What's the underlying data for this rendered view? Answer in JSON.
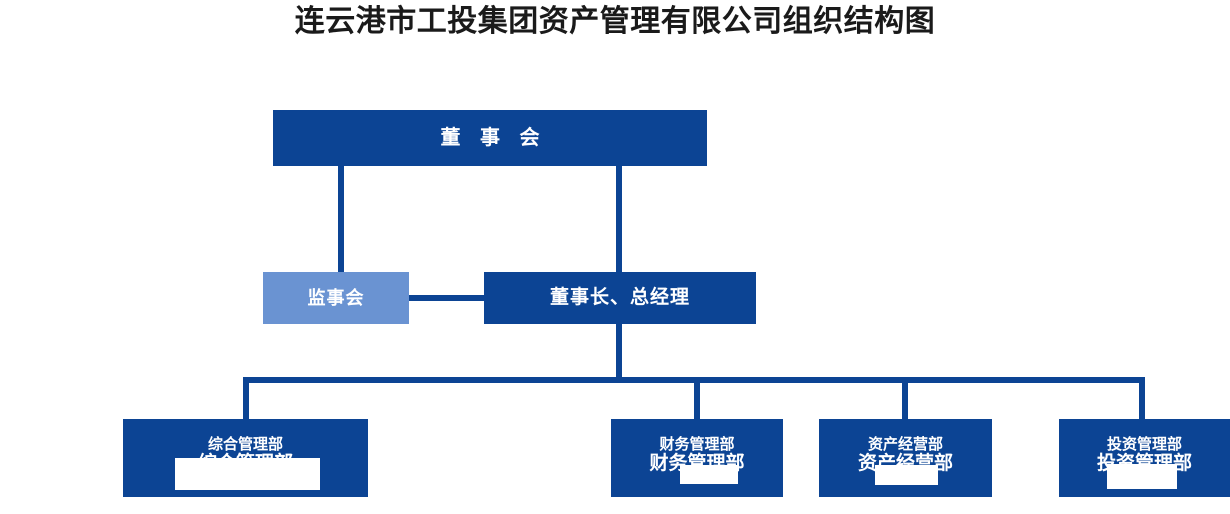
{
  "chart": {
    "title": "连云港市工投集团资产管理有限公司组织结构图",
    "colors": {
      "primary_dark_blue": "#0c4494",
      "secondary_light_blue": "#6a93d2",
      "connector": "#0c4494",
      "text_on_node": "#ffffff",
      "title_text": "#1a1a1a",
      "background": "#ffffff",
      "overlay": "#ffffff"
    },
    "nodes": {
      "board": {
        "label": "董 事 会"
      },
      "supervisor": {
        "label": "监事会"
      },
      "chairman": {
        "label": "董事长、总经理"
      }
    },
    "departments": [
      {
        "label": "综合管理部",
        "ghost": "综合管理部"
      },
      {
        "label": "财务管理部",
        "ghost": "财务管理部"
      },
      {
        "label": "资产经营部",
        "ghost": "资产经营部"
      },
      {
        "label": "投资管理部",
        "ghost": "投资管理部"
      }
    ]
  }
}
